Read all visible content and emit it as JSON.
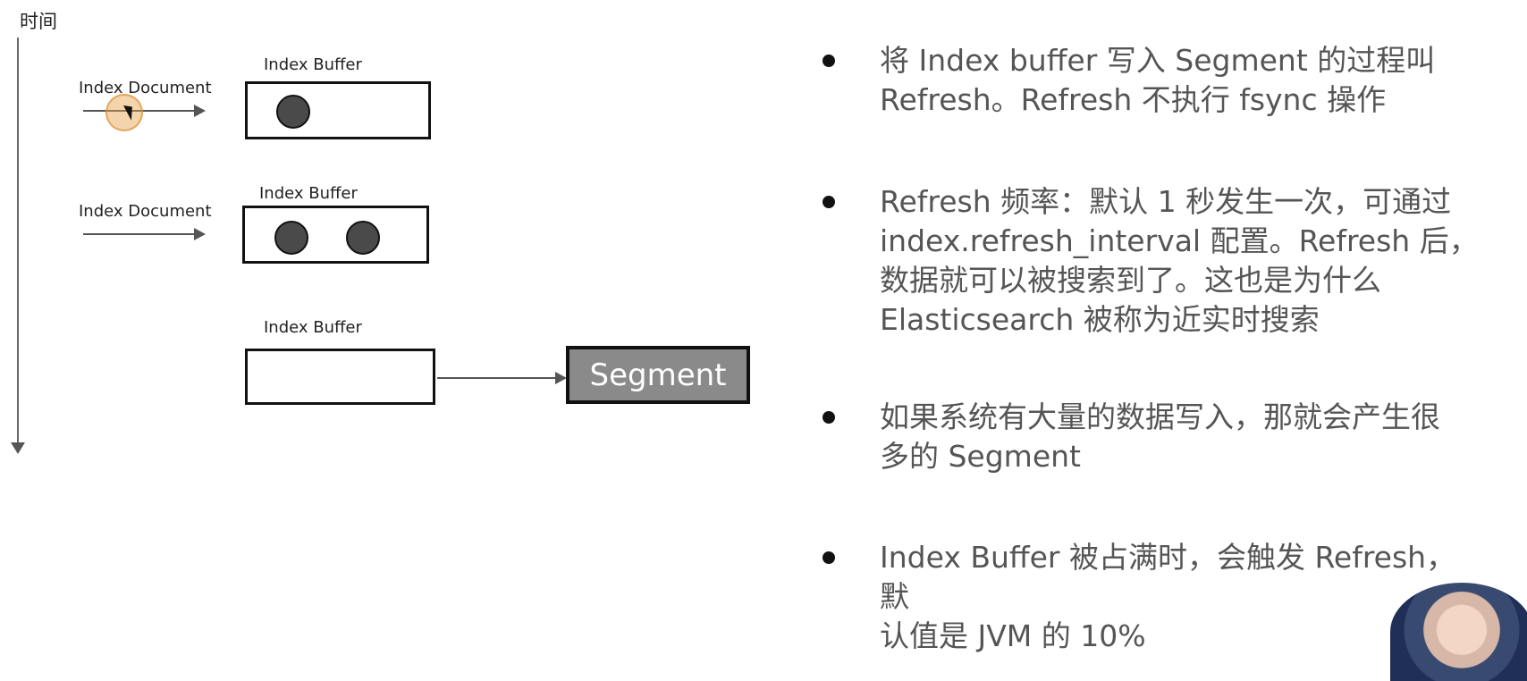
{
  "diagram": {
    "time_label": "时间",
    "rows": [
      {
        "document_label": "Index Document",
        "buffer_label": "Index Buffer",
        "documents_in_buffer": 1
      },
      {
        "document_label": "Index Document",
        "buffer_label": "Index Buffer",
        "documents_in_buffer": 2
      },
      {
        "document_label": "",
        "buffer_label": "Index Buffer",
        "documents_in_buffer": 0
      }
    ],
    "segment_label": "Segment"
  },
  "notes": [
    {
      "text": "将 Index buffer 写入 Segment 的过程叫\nRefresh。Refresh 不执行 fsync 操作"
    },
    {
      "text": "Refresh 频率：默认 1 秒发生一次，可通过\nindex.refresh_interval 配置。Refresh 后，\n数据就可以被搜索到了。这也是为什么\nElasticsearch 被称为近实时搜索"
    },
    {
      "text": "如果系统有大量的数据写入，那就会产生很\n多的 Segment"
    },
    {
      "text": "Index Buffer 被占满时，会触发 Refresh，默\n认值是 JVM 的 10%"
    }
  ]
}
